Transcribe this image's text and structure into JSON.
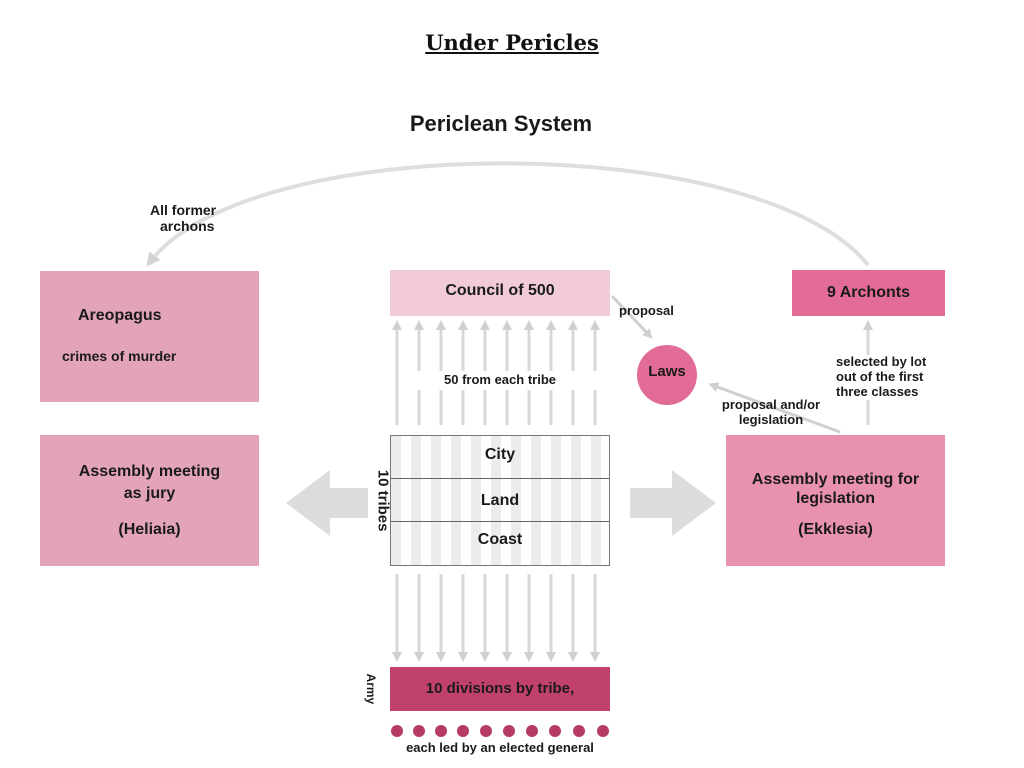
{
  "page_title": "Under Pericles",
  "diagram": {
    "title": "Periclean System",
    "all_former_archons": [
      "All former",
      "archons"
    ],
    "areopagus": {
      "title": "Areopagus",
      "subtitle": "crimes of murder"
    },
    "heliaia": {
      "line1": "Assembly meeting",
      "line2": "as jury",
      "line3": "(Heliaia)"
    },
    "council": {
      "title": "Council of 500",
      "note": "50 from each tribe"
    },
    "proposal": "proposal",
    "laws": "Laws",
    "proposal_legislation": [
      "proposal and/or",
      "legislation"
    ],
    "archons": {
      "title": "9 Archonts",
      "selection": [
        "selected by lot",
        "out of the first",
        "three classes"
      ]
    },
    "ekklesia": {
      "line1": "Assembly meeting for",
      "line2": "legislation",
      "line3": "(Ekklesia)"
    },
    "tribes": {
      "label": "10 tribes",
      "rows": [
        "City",
        "Land",
        "Coast"
      ]
    },
    "army": {
      "label": "Army",
      "title": "10  divisions by tribe,",
      "generals": "each led by an elected general"
    },
    "colors": {
      "light_pink": "#e3a4bb",
      "pale_pink": "#f1cbd9",
      "hot_pink": "#e26c97",
      "mid_pink": "#e891b1",
      "dark_pink": "#c0416e",
      "arrow_gray": "#dcdcdc"
    }
  }
}
